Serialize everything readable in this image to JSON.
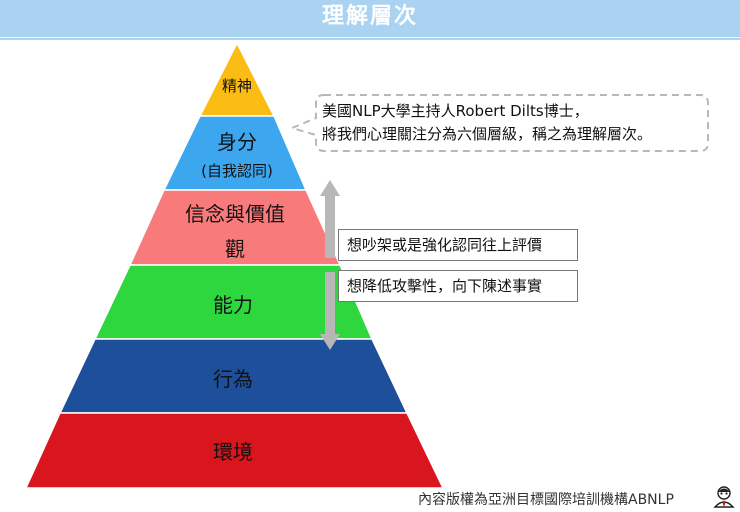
{
  "title": "理解層次",
  "pyramid": {
    "layers": [
      {
        "label": "精神",
        "color": "#fbbd14"
      },
      {
        "label": "身分",
        "sub": "(自我認同)",
        "color": "#3ca7ef"
      },
      {
        "label": "信念與價值",
        "label2": "觀",
        "color": "#f87a7b"
      },
      {
        "label": "能力",
        "color": "#2dd73d"
      },
      {
        "label": "行為",
        "color": "#1d4f9a"
      },
      {
        "label": "環境",
        "color": "#d9151e"
      }
    ]
  },
  "callout": {
    "line1": "美國NLP大學主持人Robert Dilts博士，",
    "line2": "將我們心理關注分為六個層級，稱之為理解層次。"
  },
  "arrows": {
    "up_label": "想吵架或是強化認同往上評價",
    "down_label": "想降低攻擊性，向下陳述事實"
  },
  "copyright": "內容版權為亞洲目標國際培訓機構ABNLP",
  "icons": {
    "up": "up-arrow-icon",
    "down": "down-arrow-icon",
    "avatar": "avatar-icon"
  }
}
